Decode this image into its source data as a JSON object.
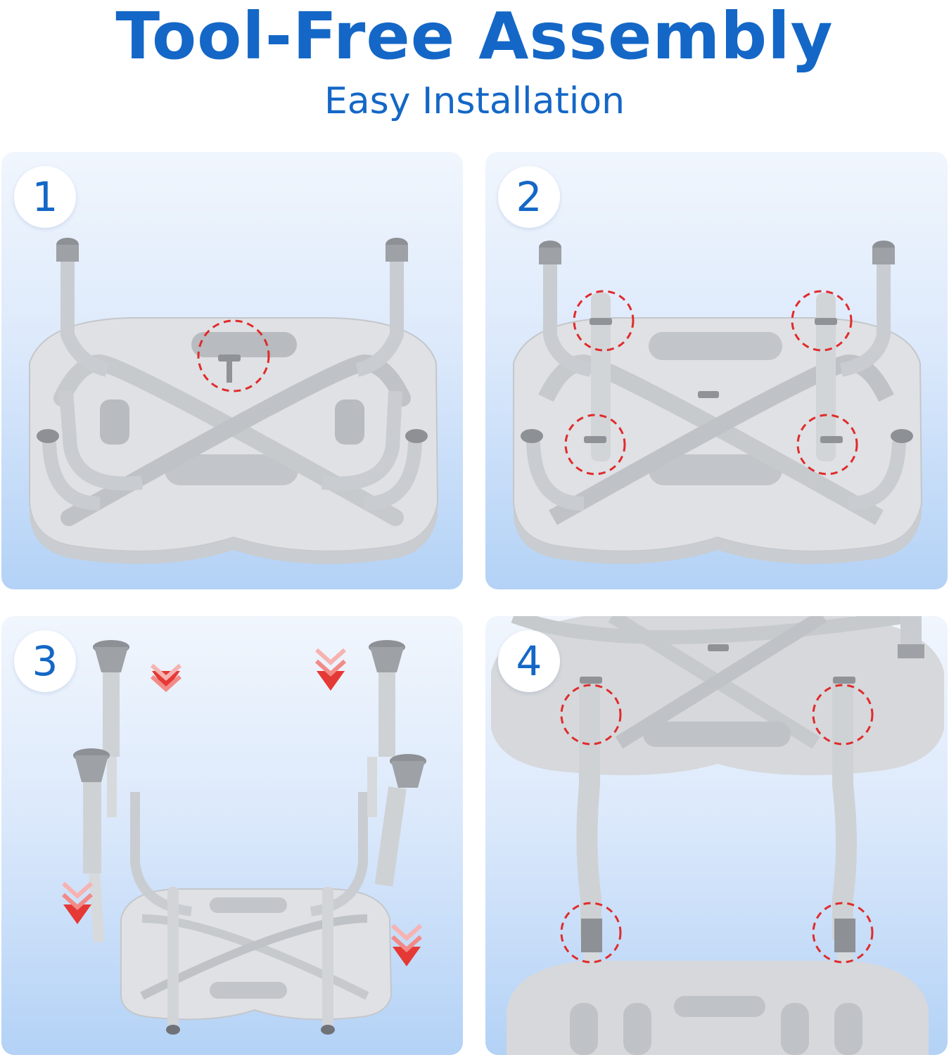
{
  "header": {
    "title": "Tool-Free Assembly",
    "subtitle": "Easy Installation"
  },
  "steps": [
    {
      "number": "1"
    },
    {
      "number": "2"
    },
    {
      "number": "3"
    },
    {
      "number": "4"
    }
  ],
  "colors": {
    "brand_blue": "#1467c6",
    "highlight_red": "#e02b2b",
    "arrow_red": "#e53935",
    "panel_gradient_top": "#f1f6fd",
    "panel_gradient_bottom": "#b3d2f6",
    "seat_gray": "#d4d6d9",
    "tube_silver": "#c4c8cc"
  },
  "icons": [
    "dashed-highlight-circle",
    "down-arrow-icon"
  ]
}
